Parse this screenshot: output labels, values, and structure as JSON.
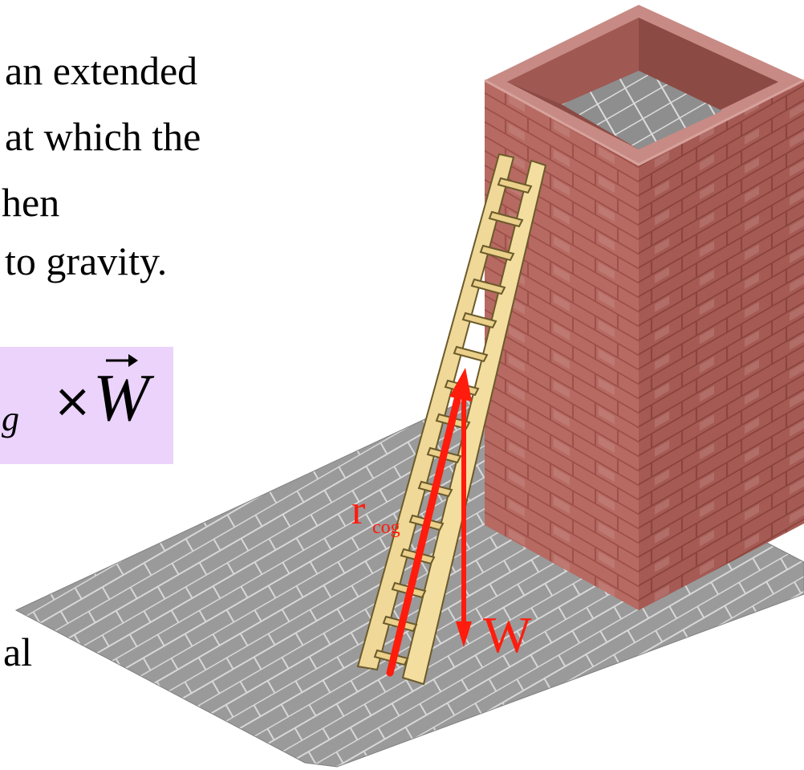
{
  "text": {
    "line1": "an extended",
    "line2": "at which the",
    "line3": "hen",
    "line4": "to gravity.",
    "line5": "al"
  },
  "formula": {
    "subscript_fragment": "g",
    "operator": "×",
    "vector": "W"
  },
  "diagram": {
    "r_label_main": "r",
    "r_label_sub": "cog",
    "w_label": "W"
  },
  "colors": {
    "formula_box": "#ebd3fb",
    "vector_red": "#ff1c0d",
    "brick": "#b1625b",
    "floor": "#9b9b9b",
    "ladder": "#f1dc9a"
  }
}
